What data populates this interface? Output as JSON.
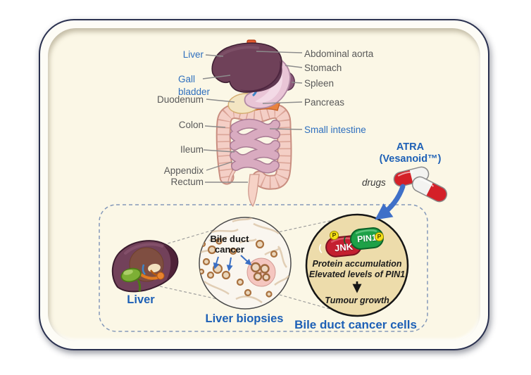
{
  "colors": {
    "accent-blue": "#2e6fbe",
    "deep-blue": "#1d60b6",
    "label-gray": "#595959",
    "card-bg": "#fbf7e6",
    "dashed-box": "#8499ba",
    "arrow-blue": "#3f70c8",
    "jnk-red": "#c41f30",
    "pin1-green": "#1da147",
    "phospho-yellow": "#f5e116"
  },
  "anatomy": {
    "left_labels": [
      "Liver",
      "Gall bladder",
      "Duodenum",
      "Colon",
      "Ileum",
      "Appendix",
      "Rectum"
    ],
    "right_labels": [
      "Abdominal aorta",
      "Stomach",
      "Spleen",
      "Pancreas",
      "Small intestine"
    ]
  },
  "drug": {
    "name": "ATRA",
    "brand": "(Vesanoid™)",
    "caption": "drugs"
  },
  "pathway": {
    "liver_label": "Liver",
    "biopsies_label": "Liver biopsies",
    "cells_label": "Bile duct cancer cells",
    "biopsy_annotation_line1": "Bile duct",
    "biopsy_annotation_line2": "cancer",
    "protein_jnk": "JNK",
    "protein_pin1": "PIN1",
    "phospho": "P",
    "cell_text_line1": "Protein accumulation",
    "cell_text_line2": "Elevated levels of PIN1",
    "outcome": "Tumour growth"
  }
}
